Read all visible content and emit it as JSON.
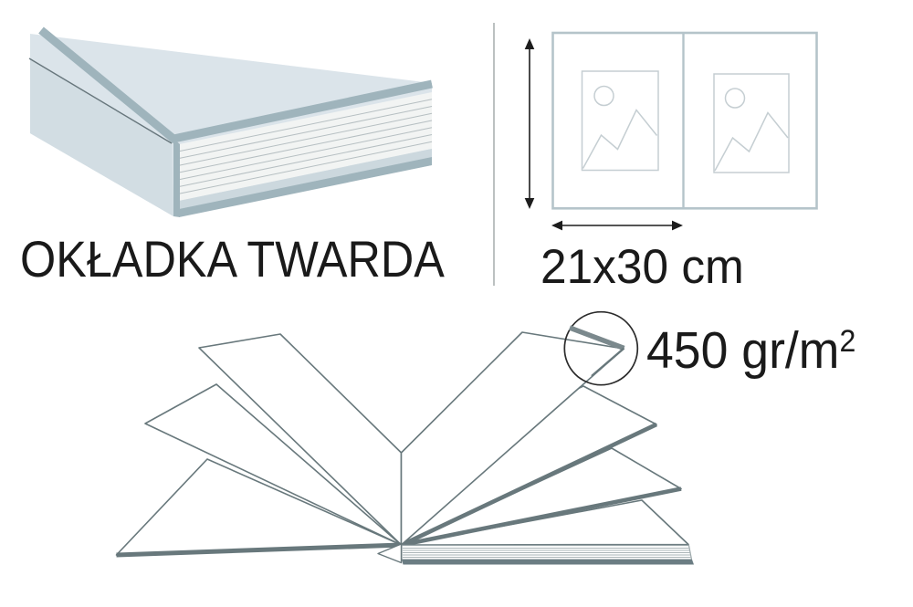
{
  "diagram": {
    "title": "OKŁADKA TWARDA",
    "spread_size_label": "21x30 cm",
    "paper_weight_value": "450 gr/m",
    "paper_weight_sup": "2"
  },
  "illustrations": {
    "hardcover_book": "closed hardcover photo book corner with visible page block",
    "page_spread": "two-page open spread with image placeholders and dimension arrows",
    "open_book_fan": "open book with fanned pages and magnifier circle on page corner"
  },
  "icons": {
    "image_placeholder": "image-placeholder-icon",
    "vertical_dimension_arrow": "arrow-vertical-icon",
    "horizontal_dimension_arrow": "arrow-horizontal-icon",
    "magnifier_circle": "magnifier-circle-icon"
  },
  "colors": {
    "cover_top": "#dbe4ea",
    "cover_side": "#d2dde3",
    "cover_edge_band": "#9fb4bc",
    "page_block_fill": "#f2f4f3",
    "page_line": "#b6bfc2",
    "inner_band": "#ccd8de",
    "fan_stroke": "#68787c",
    "spread_border": "#b5c4ca",
    "placeholder_stroke": "#c5ced2",
    "arrow": "#1d1d1d",
    "text": "#1a1a1a",
    "divider": "#bcc1c1"
  }
}
